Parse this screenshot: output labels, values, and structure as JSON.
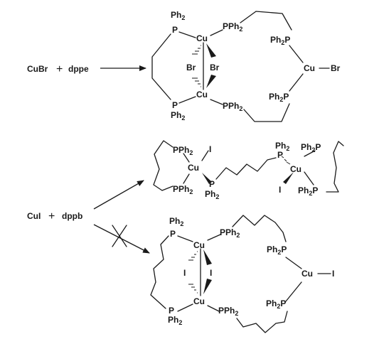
{
  "reaction1": {
    "reagent_a": "CuBr",
    "plus": "+",
    "reagent_b": "dppe"
  },
  "reaction2": {
    "reagent_a": "CuI",
    "plus": "+",
    "reagent_b": "dppb"
  },
  "labels": {
    "ph": "Ph",
    "two": "2",
    "p": "P",
    "pph": "PPh",
    "cu": "Cu",
    "br": "Br",
    "i": "I"
  },
  "colors": {
    "ink": "#1a1a1a",
    "background": "#ffffff"
  }
}
